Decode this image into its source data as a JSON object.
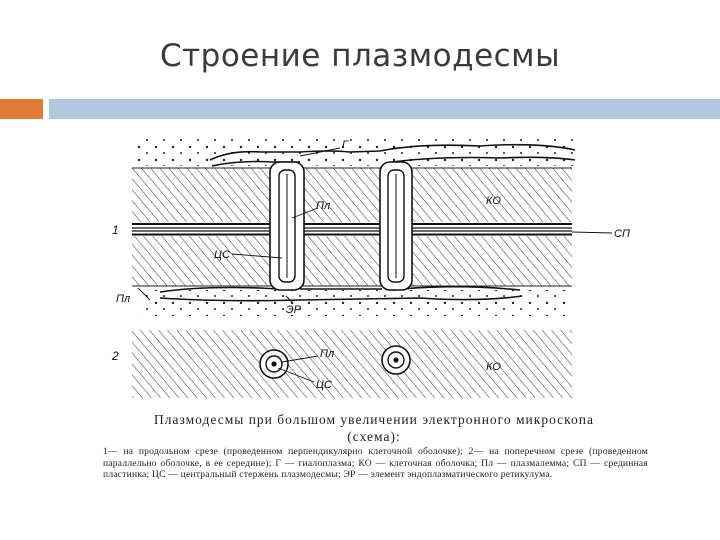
{
  "slide": {
    "title": "Строение плазмодесмы",
    "accent_colors": {
      "square": "#e07b39",
      "bar": "#b3c8dc"
    }
  },
  "figure": {
    "labels": {
      "part1": "1",
      "part2": "2",
      "g": "Г",
      "pl_top": "Пл",
      "ko_top": "КО",
      "sp": "СП",
      "cs_top": "ЦС",
      "pl_left": "Пл",
      "er": "ЭР",
      "pl_bottom": "Пл",
      "ko_bottom": "КО",
      "cs_bottom": "ЦС"
    },
    "caption_line1": "Плазмодесмы при большом увеличении электронного микроскопа",
    "caption_line2": "(схема):",
    "legend": "1— на продольном срезе (проведенном перпендикулярно клеточной оболочке); 2— на поперечном срезе (проведенном параллельно оболочке, в ее середине); Г — гиалоплазма; КО — клеточная оболочка; Пл — плазмалемма; СП — срединная пластинка; ЦС — центральный стержень плазмодесмы; ЭР — элемент эндоплазматического ретикулума."
  }
}
